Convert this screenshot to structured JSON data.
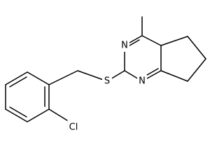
{
  "molecule": {
    "atoms": {
      "n_top": "N",
      "n_bottom": "N",
      "sulfur": "S",
      "chlorine": "Cl"
    }
  }
}
